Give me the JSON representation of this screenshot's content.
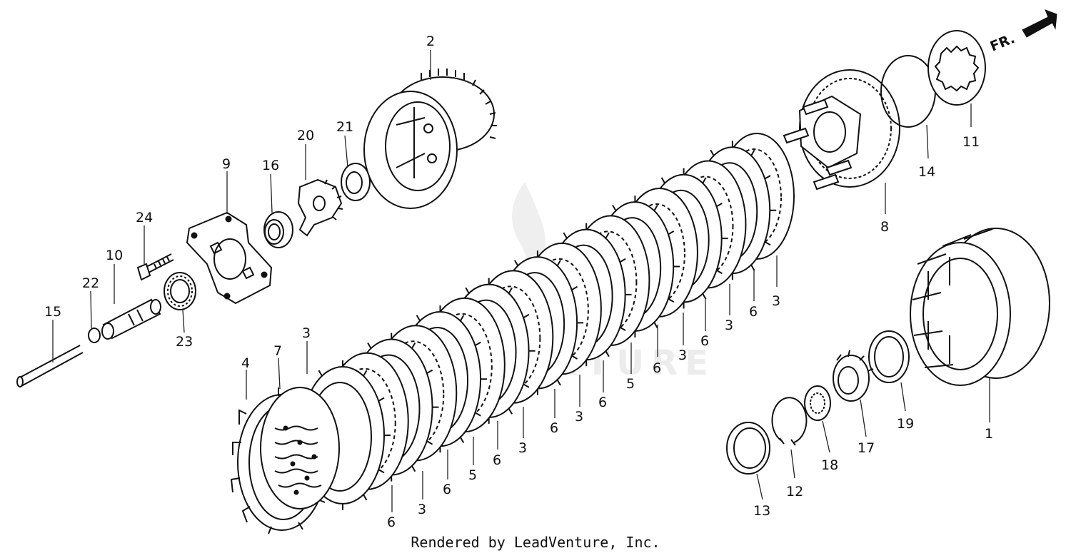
{
  "credit": "Rendered by LeadVenture, Inc.",
  "direction_label": "FR.",
  "watermark_text": "LEADVENTURE",
  "callouts": [
    {
      "id": "c2",
      "label": "2"
    },
    {
      "id": "c21",
      "label": "21"
    },
    {
      "id": "c20",
      "label": "20"
    },
    {
      "id": "c9",
      "label": "9"
    },
    {
      "id": "c16",
      "label": "16"
    },
    {
      "id": "c24",
      "label": "24"
    },
    {
      "id": "c10",
      "label": "10"
    },
    {
      "id": "c22",
      "label": "22"
    },
    {
      "id": "c15",
      "label": "15"
    },
    {
      "id": "c23",
      "label": "23"
    },
    {
      "id": "c4",
      "label": "4"
    },
    {
      "id": "c7",
      "label": "7"
    },
    {
      "id": "c3a",
      "label": "3"
    },
    {
      "id": "c6a",
      "label": "6"
    },
    {
      "id": "c3b",
      "label": "3"
    },
    {
      "id": "c6b",
      "label": "6"
    },
    {
      "id": "c5a",
      "label": "5"
    },
    {
      "id": "c6c",
      "label": "6"
    },
    {
      "id": "c3c",
      "label": "3"
    },
    {
      "id": "c6d",
      "label": "6"
    },
    {
      "id": "c3d",
      "label": "3"
    },
    {
      "id": "c6e",
      "label": "6"
    },
    {
      "id": "c5b",
      "label": "5"
    },
    {
      "id": "c6f",
      "label": "6"
    },
    {
      "id": "c3e",
      "label": "3"
    },
    {
      "id": "c6g",
      "label": "6"
    },
    {
      "id": "c3f",
      "label": "3"
    },
    {
      "id": "c6h",
      "label": "6"
    },
    {
      "id": "c3g",
      "label": "3"
    },
    {
      "id": "c8",
      "label": "8"
    },
    {
      "id": "c14",
      "label": "14"
    },
    {
      "id": "c11",
      "label": "11"
    },
    {
      "id": "c1",
      "label": "1"
    },
    {
      "id": "c19",
      "label": "19"
    },
    {
      "id": "c17",
      "label": "17"
    },
    {
      "id": "c18",
      "label": "18"
    },
    {
      "id": "c12",
      "label": "12"
    },
    {
      "id": "c13",
      "label": "13"
    }
  ]
}
